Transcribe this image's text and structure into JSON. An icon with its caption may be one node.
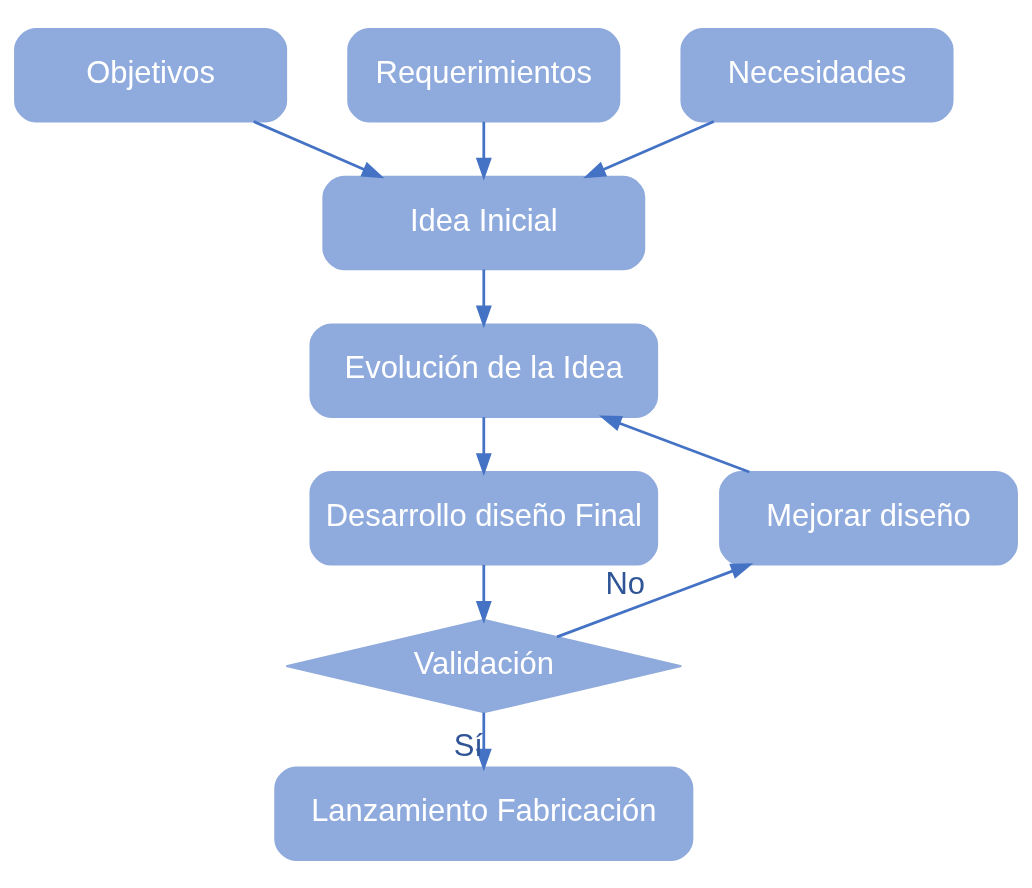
{
  "diagram": {
    "nodes": [
      {
        "text": [
          "Objetivos"
        ]
      },
      {
        "text": [
          "Requerimientos"
        ]
      },
      {
        "text": [
          "Necesidades"
        ]
      },
      {
        "text": [
          "Idea Inicial"
        ]
      },
      {
        "text": [
          "Evolución de la Idea"
        ]
      },
      {
        "text": [
          "Mejorar diseño"
        ]
      },
      {
        "text": [
          "Desarrollo diseño Final"
        ]
      },
      {
        "text": [
          "Validación"
        ]
      },
      {
        "text": [
          "Lanzamiento Fabricación"
        ]
      }
    ],
    "edges": [
      {
        "from": 0,
        "to": 3,
        "arrow": "to"
      },
      {
        "from": 1,
        "to": 3,
        "arrow": "to"
      },
      {
        "from": 2,
        "to": 3,
        "arrow": "to"
      },
      {
        "from": 3,
        "to": 4,
        "arrow": "to"
      },
      {
        "from": 4,
        "to": 6,
        "arrow": "to"
      },
      {
        "from": 6,
        "to": 7,
        "arrow": "to"
      },
      {
        "from": 7,
        "to": 5,
        "arrow": "to",
        "label": "No"
      },
      {
        "from": 5,
        "to": 4,
        "arrow": "to"
      },
      {
        "from": 7,
        "to": 8,
        "arrow": "to",
        "label": "Sí"
      }
    ]
  }
}
